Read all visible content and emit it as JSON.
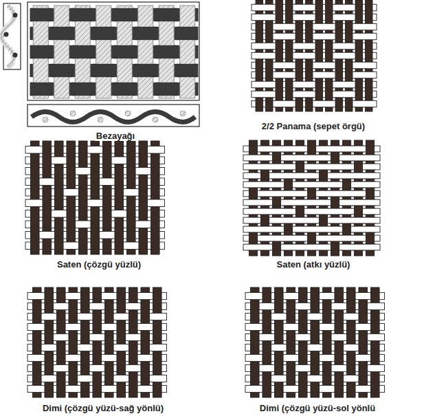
{
  "diagram": {
    "labels": [
      "Bezayağı",
      "2/2 Panama (sepet örgü)",
      "Saten (çözgü yüzlü)",
      "Saten (atkı yüzlü)",
      "Dimi (çözgü yüzü-sağ yönlü)",
      "Dimi (çözgü yüzü-sol yönlü"
    ]
  }
}
